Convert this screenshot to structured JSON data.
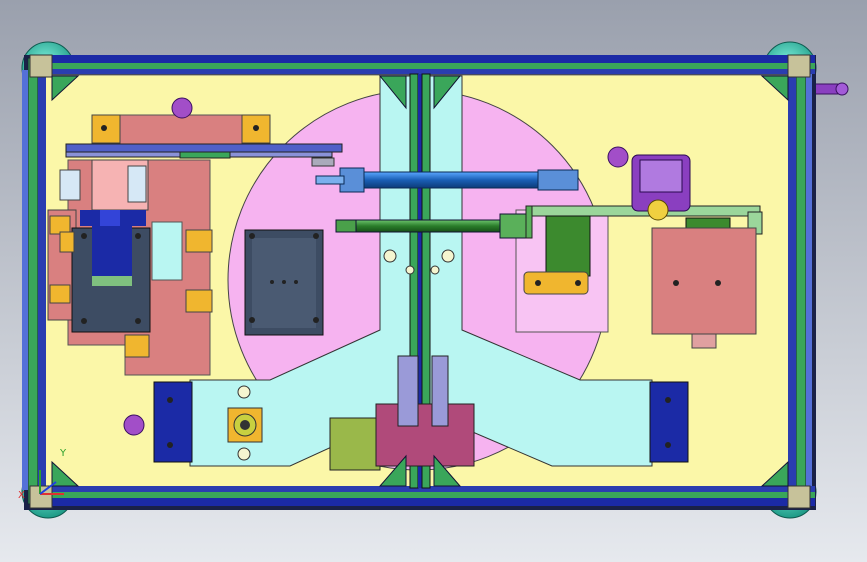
{
  "viewport": {
    "background": "gradient gray",
    "colors": {
      "frame_blue": "#1b2aa6",
      "frame_green": "#3aa65a",
      "plate_yellow": "#fbf7a8",
      "table_pink": "#f6b3f0",
      "arm_cyan": "#b9f6f2",
      "block_red": "#d98080",
      "block_gray": "#3d4c63",
      "bracket_orange": "#f0b62f",
      "bracket_green": "#3c8a2e",
      "cylinder_blue": "#2a6fc0",
      "rod_green": "#2f8a2f",
      "corner_teal": "#3fc6b4",
      "purple_part": "#8a3fc0"
    }
  },
  "triad": {
    "x_label": "X",
    "y_label": "Y"
  }
}
